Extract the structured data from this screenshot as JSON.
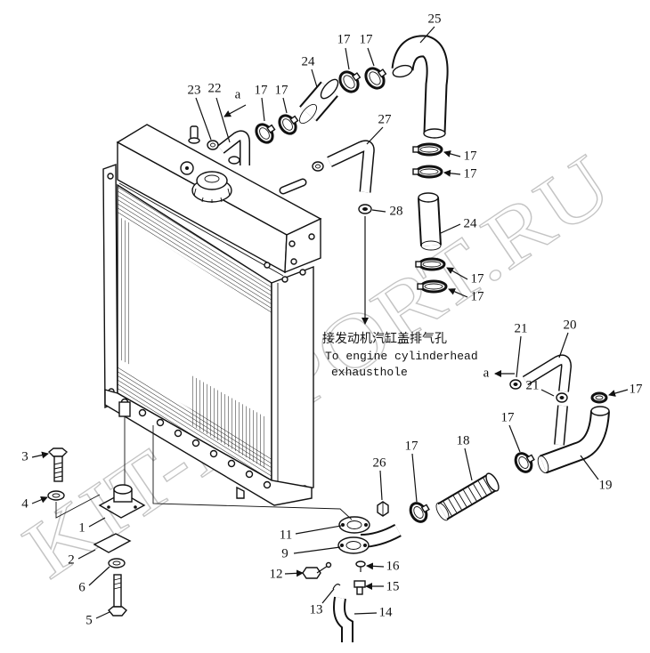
{
  "diagram": {
    "callouts": [
      "25",
      "17",
      "17",
      "24",
      "23",
      "22",
      "a",
      "17",
      "17",
      "27",
      "17",
      "17",
      "28",
      "24",
      "17",
      "17",
      "21",
      "20",
      "a",
      "17",
      "21",
      "17",
      "19",
      "18",
      "17",
      "26",
      "3",
      "4",
      "1",
      "2",
      "6",
      "5",
      "11",
      "9",
      "16",
      "12",
      "15",
      "13",
      "14"
    ],
    "note_zh": "接发动机汽缸盖排气孔",
    "note_en_1": "To engine cylinderhead",
    "note_en_2": "exhausthole",
    "watermark": "KIT-IMPORT.RU"
  }
}
